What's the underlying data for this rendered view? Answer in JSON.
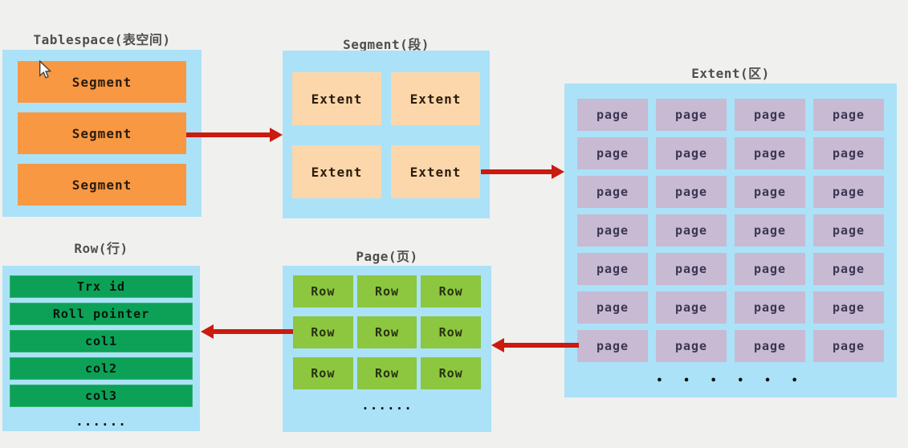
{
  "colors": {
    "background": "#f0f0ef",
    "container_blue": "#abe2f8",
    "segment_orange": "#f89843",
    "extent_peach": "#fbd7ab",
    "page_purple": "#c8bad3",
    "field_dark_green": "#0ca157",
    "row_light_green": "#8dc63f",
    "arrow_red": "#cb1a10",
    "title_gray": "#4f4f4f"
  },
  "tablespace": {
    "title": "Tablespace(表空间)",
    "segments": [
      "Segment",
      "Segment",
      "Segment"
    ]
  },
  "segment": {
    "title": "Segment(段)",
    "extents": [
      "Extent",
      "Extent",
      "Extent",
      "Extent"
    ]
  },
  "extent": {
    "title": "Extent(区)",
    "cell_label": "page",
    "rows": 7,
    "cols": 4,
    "ellipsis": "• • • • • •"
  },
  "page": {
    "title": "Page(页)",
    "cell_label": "Row",
    "rows": 3,
    "cols": 3,
    "ellipsis": "......"
  },
  "row": {
    "title": "Row(行)",
    "fields": [
      "Trx id",
      "Roll pointer",
      "col1",
      "col2",
      "col3"
    ],
    "ellipsis": "......"
  }
}
